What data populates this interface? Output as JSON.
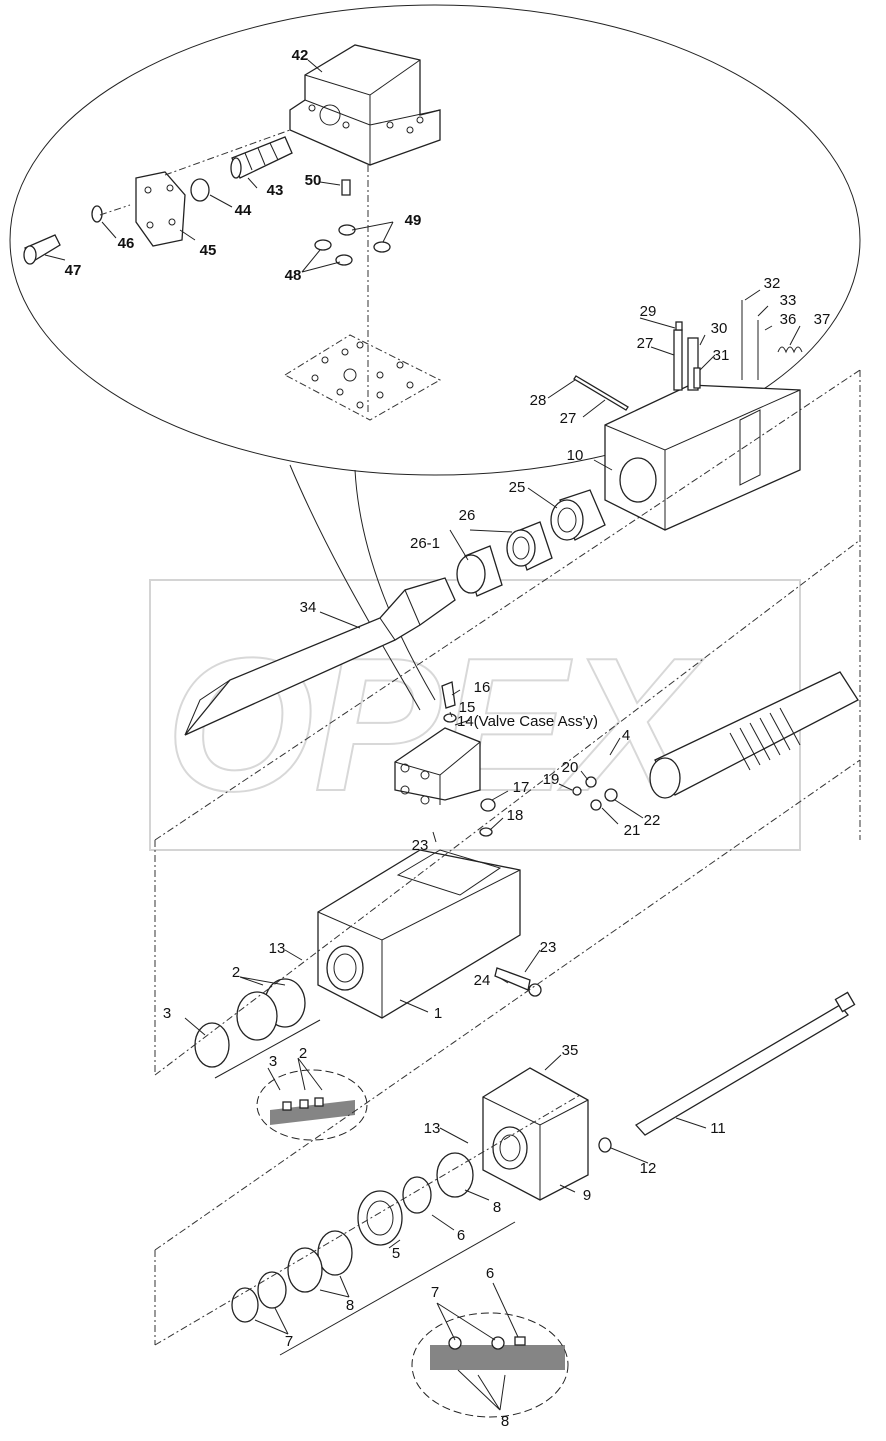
{
  "labels": {
    "p1": "1",
    "p2a": "2",
    "p2b": "2",
    "p3a": "3",
    "p3b": "3",
    "p4": "4",
    "p5": "5",
    "p6a": "6",
    "p6b": "6",
    "p7a": "7",
    "p7b": "7",
    "p8a": "8",
    "p8b": "8",
    "p8c": "8",
    "p9": "9",
    "p10": "10",
    "p11": "11",
    "p12": "12",
    "p13a": "13",
    "p13b": "13",
    "p14": "14(Valve Case Ass'y)",
    "p15": "15",
    "p16": "16",
    "p17": "17",
    "p18": "18",
    "p19": "19",
    "p20": "20",
    "p21": "21",
    "p22": "22",
    "p23a": "23",
    "p23b": "23",
    "p24": "24",
    "p25": "25",
    "p26": "26",
    "p26_1": "26-1",
    "p27a": "27",
    "p27b": "27",
    "p28": "28",
    "p29": "29",
    "p30": "30",
    "p31": "31",
    "p32": "32",
    "p33": "33",
    "p34": "34",
    "p35": "35",
    "p36": "36",
    "p37": "37",
    "p42": "42",
    "p43": "43",
    "p44": "44",
    "p45": "45",
    "p46": "46",
    "p47": "47",
    "p48": "48",
    "p49": "49",
    "p50": "50"
  },
  "watermark": "OPEX",
  "colors": {
    "line": "#222222",
    "watermark": "#d4d4d4",
    "background": "#ffffff"
  }
}
